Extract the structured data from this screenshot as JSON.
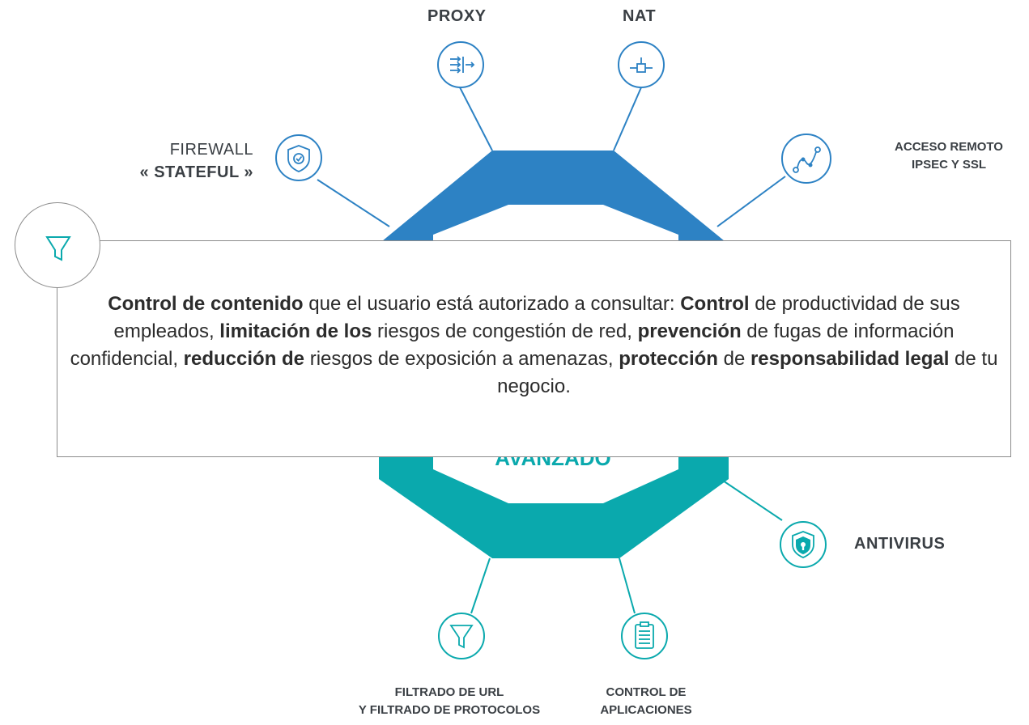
{
  "nodes": {
    "proxy": {
      "label": "PROXY",
      "icon": "proxy-icon"
    },
    "nat": {
      "label": "NAT",
      "icon": "nat-icon"
    },
    "firewall": {
      "line1": "FIREWALL",
      "line2": "« STATEFUL »",
      "icon": "shield-check-icon"
    },
    "remote_access": {
      "line1": "ACCESO REMOTO",
      "line2": "IPSEC Y SSL",
      "icon": "route-icon"
    },
    "antivirus": {
      "label": "ANTIVIRUS",
      "icon": "shield-keyhole-icon"
    },
    "url_filter": {
      "line1": "FILTRADO DE URL",
      "line2": "Y FILTRADO DE PROTOCOLOS",
      "icon": "funnel-icon"
    },
    "app_control": {
      "line1": "CONTROL DE",
      "line2": "APLICACIONES",
      "icon": "clipboard-icon"
    }
  },
  "center": {
    "bottom_label": "AVANZADO"
  },
  "popup": {
    "icon": "funnel-icon",
    "segments": [
      {
        "text": "Control de contenido",
        "bold": true
      },
      {
        "text": " que el usuario está autorizado a consultar: ",
        "bold": false
      },
      {
        "text": "Control",
        "bold": true
      },
      {
        "text": " de productividad de sus empleados, ",
        "bold": false
      },
      {
        "text": "limitación de los",
        "bold": true
      },
      {
        "text": " riesgos de congestión de red, ",
        "bold": false
      },
      {
        "text": "prevención",
        "bold": true
      },
      {
        "text": " de fugas de información confidencial, ",
        "bold": false
      },
      {
        "text": "reducción de",
        "bold": true
      },
      {
        "text": " riesgos de exposición a amenazas, ",
        "bold": false
      },
      {
        "text": "protección",
        "bold": true
      },
      {
        "text": " de ",
        "bold": false
      },
      {
        "text": "responsabilidad legal",
        "bold": true
      },
      {
        "text": " de tu negocio.",
        "bold": false
      }
    ]
  },
  "colors": {
    "blue": "#2d82c4",
    "teal": "#0aa9ad",
    "text": "#3a3f44"
  }
}
